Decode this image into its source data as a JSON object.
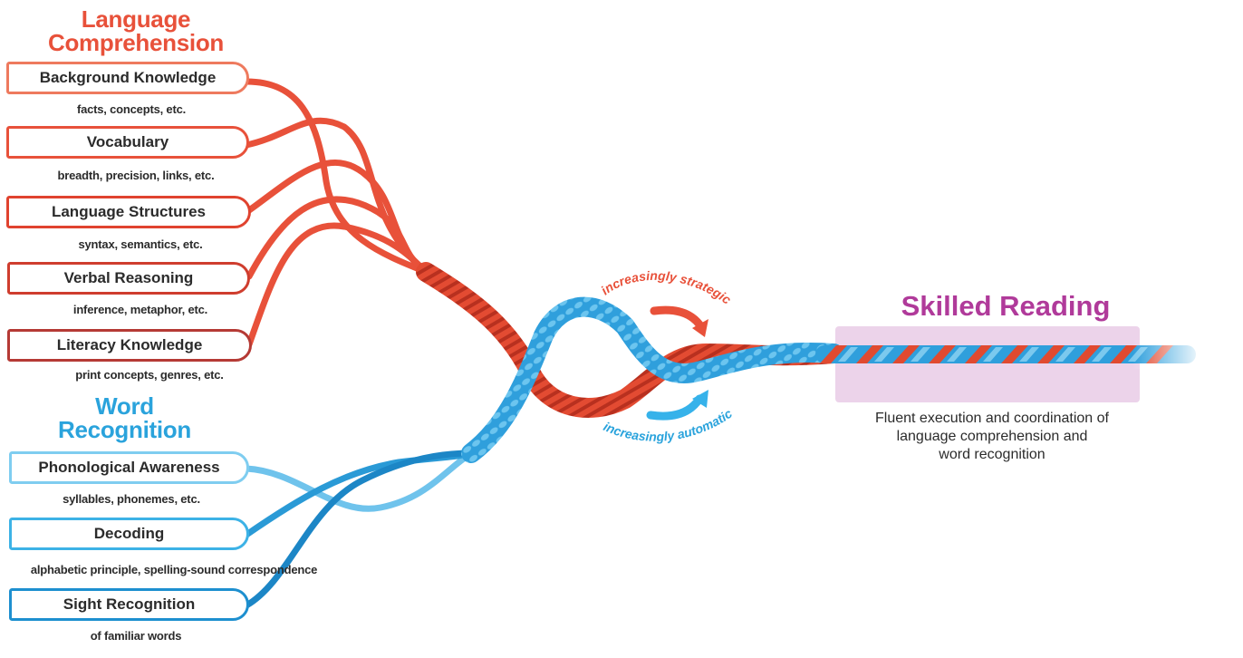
{
  "language_comprehension": {
    "title_line1": "Language",
    "title_line2": "Comprehension",
    "color": "#e8513a",
    "strands": [
      {
        "label": "Background Knowledge",
        "sub": "facts, concepts, etc.",
        "border": "#ee7a5e"
      },
      {
        "label": "Vocabulary",
        "sub": "breadth, precision, links, etc.",
        "border": "#e8513a"
      },
      {
        "label": "Language Structures",
        "sub": "syntax, semantics, etc.",
        "border": "#e0432f"
      },
      {
        "label": "Verbal Reasoning",
        "sub": "inference, metaphor, etc.",
        "border": "#cf3d2e"
      },
      {
        "label": "Literacy Knowledge",
        "sub": "print concepts, genres, etc.",
        "border": "#b53a35"
      }
    ]
  },
  "word_recognition": {
    "title_line1": "Word",
    "title_line2": "Recognition",
    "color": "#2aa3dc",
    "strands": [
      {
        "label": "Phonological Awareness",
        "sub": "syllables, phonemes, etc.",
        "border": "#7fcdf0"
      },
      {
        "label": "Decoding",
        "sub": "alphabetic principle, spelling-sound correspondence",
        "border": "#3cb2e6"
      },
      {
        "label": "Sight Recognition",
        "sub": "of familiar words",
        "border": "#1d8fcf"
      }
    ]
  },
  "annotations": {
    "strategic": "increasingly strategic",
    "automatic": "increasingly automatic"
  },
  "skilled_reading": {
    "title": "Skilled Reading",
    "color": "#b03a9a",
    "description_line1": "Fluent execution and coordination of",
    "description_line2": "language comprehension and",
    "description_line3": "word recognition"
  }
}
